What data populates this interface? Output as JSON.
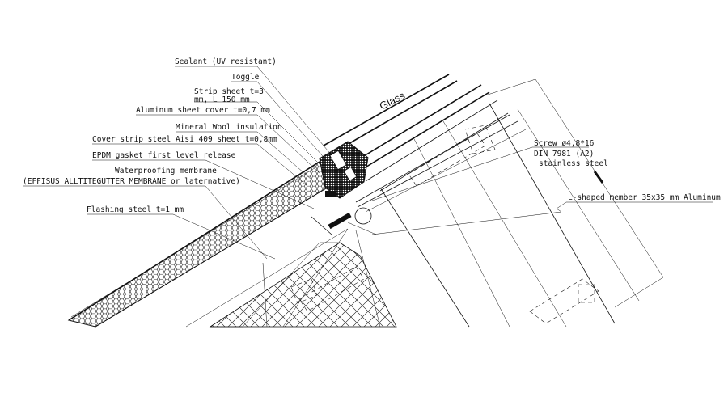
{
  "labels": {
    "sealant": "Sealant (UV resistant)",
    "toggle": "Toggle",
    "strip1": "Strip sheet t=3",
    "strip2": "mm, L 150 mm",
    "alu_cover": "Aluminum sheet cover t=0,7 mm",
    "mineral_wool": "Mineral Wool insulation",
    "cover_strip": "Cover strip steel Aisi 409 sheet t=0,8mm",
    "epdm": "EPDM gasket first level release",
    "waterproof1": "Waterproofing membrane",
    "waterproof2": "(EFFISUS ALLTITEGUTTER MEMBRANE or laternative)",
    "flashing": "Flashing steel t=1 mm",
    "glass": "Glass",
    "screw1": "Screw ø4,8*16",
    "screw2": "DIN 7981 (A2)",
    "screw3": "stainless steel",
    "lshape": "L-shaped member 35x35 mm Aluminum"
  }
}
